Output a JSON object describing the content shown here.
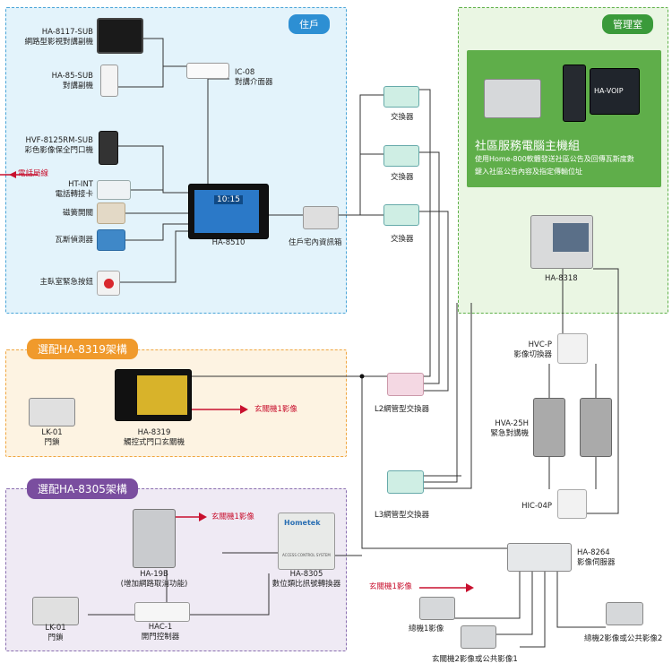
{
  "zones": {
    "resident": {
      "title": "住戶"
    },
    "management": {
      "title": "管理室"
    },
    "opt8319": {
      "title": "選配HA-8319架構"
    },
    "opt8305": {
      "title": "選配HA-8305架構"
    }
  },
  "resident": {
    "ha8117": {
      "model": "HA-8117-SUB",
      "desc": "網路型影視對講副機"
    },
    "ha85": {
      "model": "HA-85-SUB",
      "desc": "對講副機"
    },
    "ic08": {
      "model": "IC-08",
      "desc": "對講介面器"
    },
    "hvf": {
      "model": "HVF-8125RM-SUB",
      "desc": "彩色影像保全門口機"
    },
    "phone_line": "電話局線",
    "htint": {
      "model": "HT-INT",
      "desc": "電話轉接卡"
    },
    "reed": "磁簧開關",
    "gas": "瓦斯偵測器",
    "emergency": "主臥室緊急按鈕",
    "ha8510": {
      "model": "HA-8510",
      "screen_time": "10:15"
    },
    "infobox": "住戶宅內資訊箱"
  },
  "switches": [
    "交換器",
    "交換器",
    "交換器"
  ],
  "management": {
    "pc_label": "HA-VOIP",
    "group_title": "社區服務電腦主機組",
    "group_desc_1": "使用Home-800軟體發送社區公告及回傳瓦斯度數",
    "group_desc_2": "鍵入社區公告內容及指定傳輸位址",
    "ha8318": "HA-8318"
  },
  "mgmt_side": {
    "hvcp": {
      "model": "HVC-P",
      "desc": "影像切換器"
    },
    "hva25h": {
      "model": "HVA-25H",
      "desc": "緊急對講機"
    },
    "hic04p": "HIC-04P"
  },
  "opt8319": {
    "lk01": {
      "model": "LK-01",
      "desc": "門鎖"
    },
    "ha8319": {
      "model": "HA-8319",
      "desc": "觸控式門口玄關機"
    },
    "arrow_label": "玄關機1影像"
  },
  "l2": "L2網管型交換器",
  "l3": "L3網管型交換器",
  "opt8305": {
    "ha19b": {
      "model": "HA-19B",
      "desc": "(增加網路取消功能)"
    },
    "arrow_label": "玄關機1影像",
    "ha8305": {
      "model": "HA-8305",
      "desc": "數位類比訊號轉換器",
      "brand": "Hometek",
      "plate": "ACCESS CONTROL SYSTEM"
    },
    "lk01": {
      "model": "LK-01",
      "desc": "門鎖"
    },
    "hac1": {
      "model": "HAC-1",
      "desc": "開門控制器"
    }
  },
  "cctv": {
    "ha8264": {
      "model": "HA-8264",
      "desc": "影像伺服器"
    },
    "arrow_label": "玄關機1影像",
    "cam1": "總機1影像",
    "cam2": "玄關機2影像或公共影像1",
    "cam3": "總機2影像或公共影像2"
  },
  "colors": {
    "red": "#c8102e",
    "resident_bg": "#e3f3fb",
    "resident_border": "#4aa5d8",
    "mgmt_bg": "#eaf6e3",
    "mgmt_border": "#5fb04a",
    "opt1_bg": "#fdf3e2",
    "opt1_border": "#f0a640",
    "opt2_bg": "#efeaf4",
    "opt2_border": "#8a6fb0"
  }
}
